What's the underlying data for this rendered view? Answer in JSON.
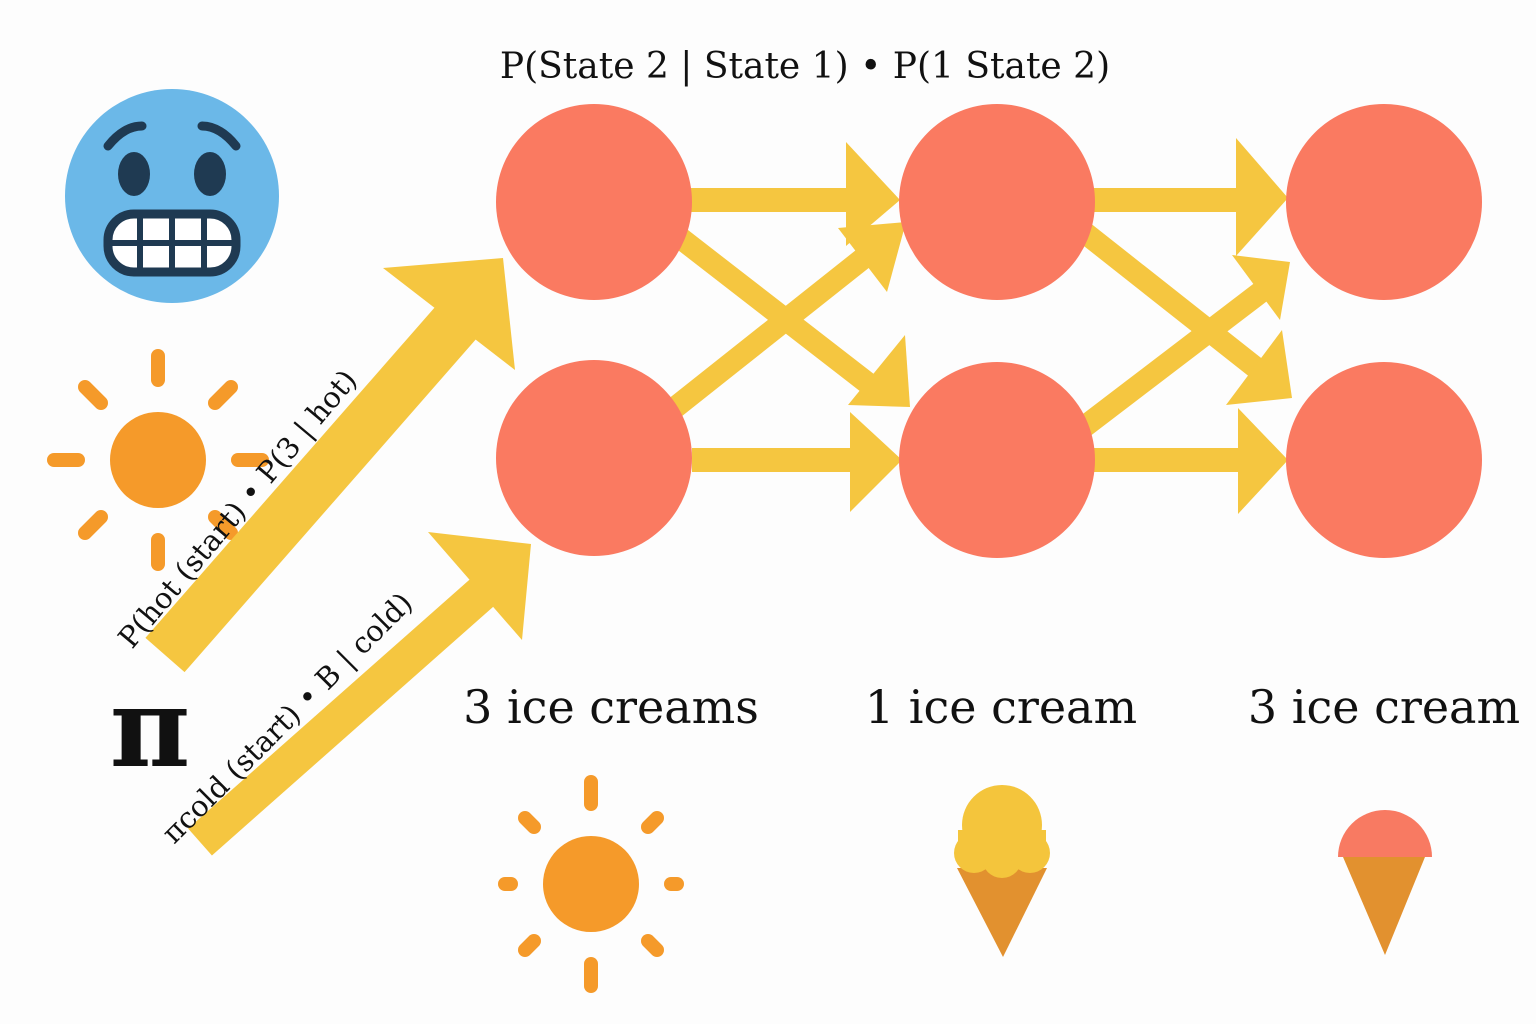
{
  "diagram": {
    "title": "P(State 2 | State 1) • P(1 State 2)",
    "start_symbol": "π",
    "start_labels": {
      "hot": "P(hot (start) • P(3 | hot)",
      "cold": "πcold (start) • B | cold)"
    },
    "observations": [
      "3 ice creams",
      "1 ice cream",
      "3 ice cream"
    ],
    "colors": {
      "state_node": "#fa7a61",
      "arrow": "#f5c640",
      "sun": "#f59a2a",
      "cold_face": "#6bb8e8",
      "cone": "#e2912f",
      "scoop_yellow": "#f4c53c",
      "scoop_pink": "#f87a62"
    },
    "icons": {
      "cold_state": "cold-face-icon",
      "hot_state": "sun-icon",
      "observation_1": "sun-icon",
      "observation_2": "ice-cream-cone-icon",
      "observation_3": "ice-cream-cone-icon"
    }
  }
}
